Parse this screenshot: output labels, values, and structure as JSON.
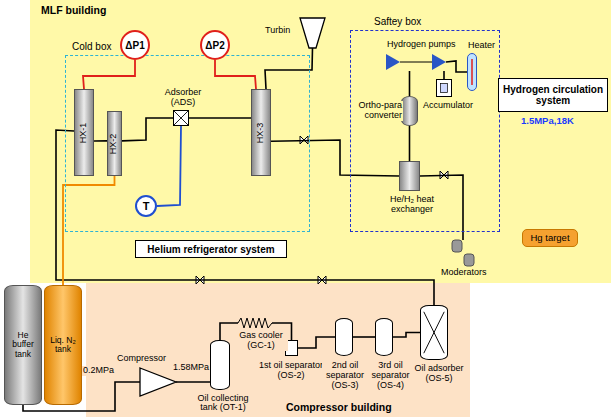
{
  "diagram": {
    "nodes": [
      {
        "text": [
          "MLF building"
        ]
      },
      {
        "text": [
          "Cold box"
        ],
        "in": 0
      },
      {
        "text": [
          "HX-1"
        ],
        "in": 1
      },
      {
        "text": [
          "HX-2"
        ],
        "in": 1
      },
      {
        "text": [
          "Adsorber (ADS)"
        ],
        "in": 1
      },
      {
        "text": [
          "HX-3"
        ],
        "in": 1
      },
      {
        "text": [
          "ΔP1"
        ],
        "in": 0
      },
      {
        "text": [
          "ΔP2"
        ],
        "in": 0
      },
      {
        "text": [
          "T"
        ],
        "in": 1
      },
      {
        "text": [
          "Turbin"
        ],
        "in": 0
      },
      {
        "text": [
          "Saftey box"
        ],
        "in": 0
      },
      {
        "text": [
          "Hydrogen pumps"
        ],
        "in": 10
      },
      {
        "text": [
          "Accumulator"
        ],
        "in": 10
      },
      {
        "text": [
          "Heater"
        ],
        "in": 10
      },
      {
        "text": [
          "Ortho-para converter"
        ],
        "in": 10
      },
      {
        "text": [
          "He/H₂ heat exchanger"
        ],
        "in": 10
      },
      {
        "text": [
          "Hydrogen circulation system"
        ],
        "in": 0
      },
      {
        "text": [
          "Hg target"
        ],
        "in": 0
      },
      {
        "text": [
          "Moderators"
        ],
        "in": 0
      },
      {
        "text": [
          "Helium refrigerator system"
        ],
        "in": 0
      },
      {
        "text": [
          "Compressor building"
        ]
      },
      {
        "text": [
          "Compressor"
        ],
        "in": 20
      },
      {
        "text": [
          "Oil collecting tank (OT-1)"
        ],
        "in": 20
      },
      {
        "text": [
          "Gas cooler (GC-1)"
        ],
        "in": 20
      },
      {
        "text": [
          "1st oil separator (OS-2)"
        ],
        "in": 20
      },
      {
        "text": [
          "2nd oil separator (OS-3)"
        ],
        "in": 20
      },
      {
        "text": [
          "3rd oil separator (OS-4)"
        ],
        "in": 20
      },
      {
        "text": [
          "Oil adsorber (OS-5)"
        ],
        "in": 20
      },
      {
        "text": [
          "He buffer tank"
        ]
      },
      {
        "text": [
          "Liq. N₂ tank"
        ]
      }
    ],
    "edges": [
      {
        "from": 28,
        "to": 21,
        "arrow": "none"
      },
      {
        "from": 21,
        "to": 22,
        "arrow": "none"
      },
      {
        "from": 22,
        "to": 23,
        "arrow": "none"
      },
      {
        "from": 23,
        "to": 24,
        "arrow": "none"
      },
      {
        "from": 24,
        "to": 25,
        "arrow": "none"
      },
      {
        "from": 25,
        "to": 26,
        "arrow": "none"
      },
      {
        "from": 26,
        "to": 27,
        "arrow": "none"
      },
      {
        "from": 27,
        "to": 2,
        "arrow": "none"
      },
      {
        "from": 29,
        "to": 3,
        "arrow": "none"
      },
      {
        "from": 2,
        "to": 3,
        "arrow": "none"
      },
      {
        "from": 3,
        "to": 4,
        "arrow": "none"
      },
      {
        "from": 4,
        "to": 5,
        "arrow": "none"
      },
      {
        "from": 5,
        "to": 9,
        "arrow": "none"
      },
      {
        "from": 5,
        "to": 15,
        "arrow": "none"
      },
      {
        "from": 14,
        "to": 15,
        "arrow": "none"
      },
      {
        "from": 11,
        "to": 14,
        "arrow": "none"
      },
      {
        "from": 12,
        "to": 11,
        "arrow": "none"
      },
      {
        "from": 11,
        "to": 13,
        "arrow": "none"
      },
      {
        "from": 15,
        "to": 18,
        "arrow": "none"
      },
      {
        "from": 6,
        "to": 2,
        "arrow": "none"
      },
      {
        "from": 7,
        "to": 5,
        "arrow": "none"
      },
      {
        "from": 8,
        "to": 4,
        "arrow": "none"
      }
    ],
    "labels": [
      "0.2MPa",
      "1.58MPa",
      "1.5MPa,18K"
    ]
  }
}
